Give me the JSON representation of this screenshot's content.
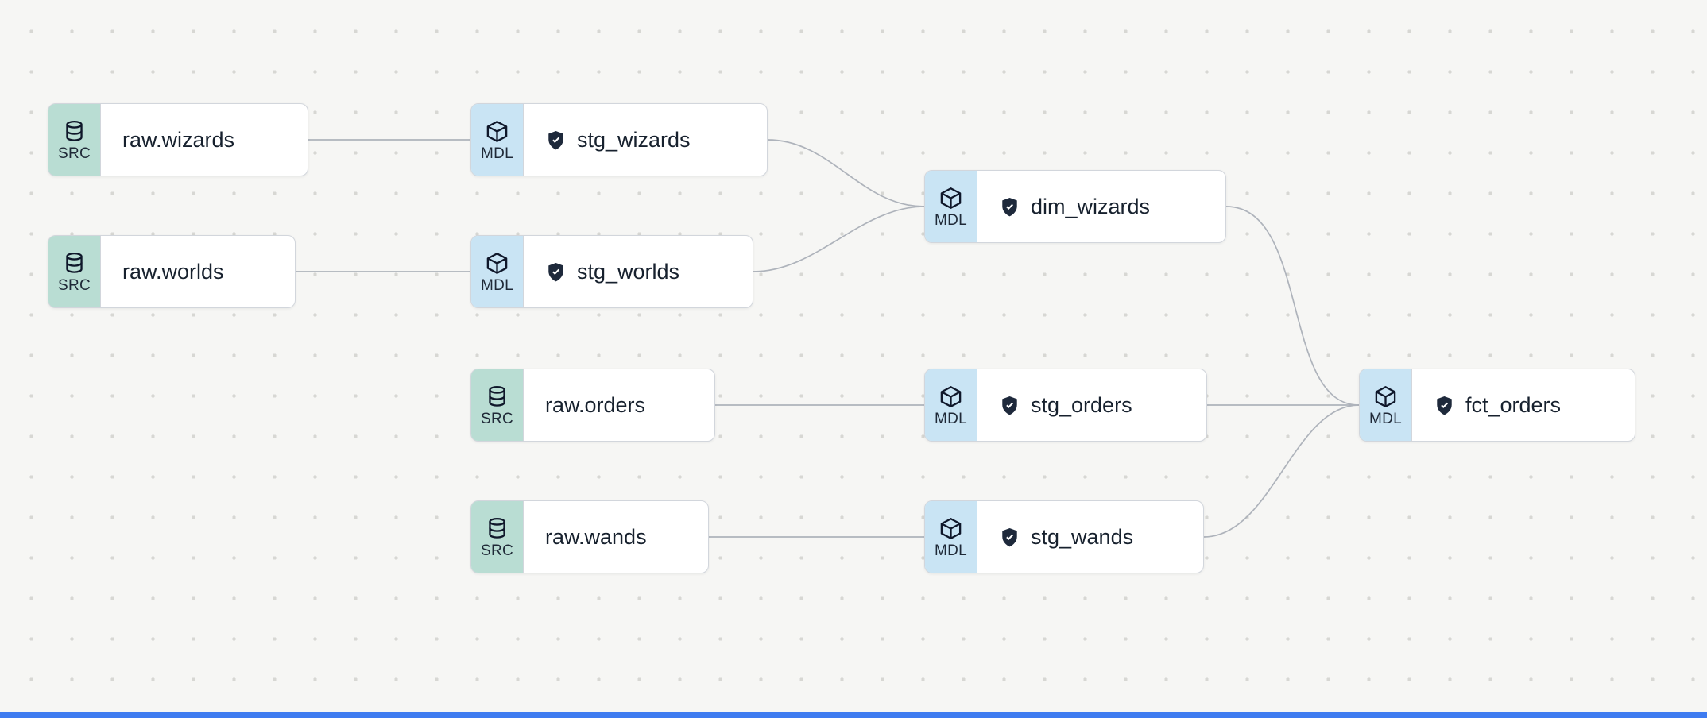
{
  "diagram": {
    "kind": "data-lineage-dag",
    "node_types": {
      "SRC": {
        "label": "SRC",
        "icon": "database-icon",
        "badge_color": "#b9ddd3"
      },
      "MDL": {
        "label": "MDL",
        "icon": "cube-icon",
        "badge_color": "#c9e4f4"
      }
    }
  },
  "nodes": [
    {
      "id": "raw_wizards",
      "badge": "SRC",
      "label": "raw.wizards",
      "shield": false
    },
    {
      "id": "stg_wizards",
      "badge": "MDL",
      "label": "stg_wizards",
      "shield": true
    },
    {
      "id": "raw_worlds",
      "badge": "SRC",
      "label": "raw.worlds",
      "shield": false
    },
    {
      "id": "stg_worlds",
      "badge": "MDL",
      "label": "stg_worlds",
      "shield": true
    },
    {
      "id": "dim_wizards",
      "badge": "MDL",
      "label": "dim_wizards",
      "shield": true
    },
    {
      "id": "raw_orders",
      "badge": "SRC",
      "label": "raw.orders",
      "shield": false
    },
    {
      "id": "stg_orders",
      "badge": "MDL",
      "label": "stg_orders",
      "shield": true
    },
    {
      "id": "raw_wands",
      "badge": "SRC",
      "label": "raw.wands",
      "shield": false
    },
    {
      "id": "stg_wands",
      "badge": "MDL",
      "label": "stg_wands",
      "shield": true
    },
    {
      "id": "fct_orders",
      "badge": "MDL",
      "label": "fct_orders",
      "shield": true
    }
  ],
  "edges": [
    {
      "from": "raw_wizards",
      "to": "stg_wizards"
    },
    {
      "from": "raw_worlds",
      "to": "stg_worlds"
    },
    {
      "from": "stg_wizards",
      "to": "dim_wizards"
    },
    {
      "from": "stg_worlds",
      "to": "dim_wizards"
    },
    {
      "from": "raw_orders",
      "to": "stg_orders"
    },
    {
      "from": "raw_wands",
      "to": "stg_wands"
    },
    {
      "from": "stg_orders",
      "to": "fct_orders"
    },
    {
      "from": "stg_wands",
      "to": "fct_orders"
    },
    {
      "from": "dim_wizards",
      "to": "fct_orders"
    }
  ],
  "colors": {
    "background": "#f6f6f4",
    "grid_dot": "#d7d7d3",
    "node_border": "#d2d6dc",
    "edge": "#aeb3bb",
    "src_badge": "#b9ddd3",
    "mdl_badge": "#c9e4f4",
    "shield": "#1e293b",
    "bottom_bar": "#3e7bf0"
  }
}
